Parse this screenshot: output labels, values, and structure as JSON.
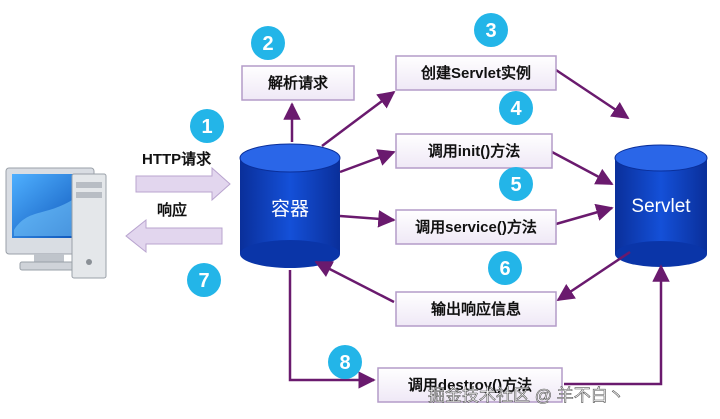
{
  "container": {
    "label": "容器"
  },
  "servlet": {
    "label": "Servlet"
  },
  "request_label": "HTTP请求",
  "response_label": "响应",
  "boxes": {
    "parse_request": "解析请求",
    "create_instance": "创建Servlet实例",
    "call_init": "调用init()方法",
    "call_service": "调用service()方法",
    "output_response": "输出响应信息",
    "call_destroy": "调用destroy()方法"
  },
  "steps": [
    "1",
    "2",
    "3",
    "4",
    "5",
    "6",
    "7",
    "8"
  ],
  "watermark": "掘金技术社区 @ 羊不白丶",
  "colors": {
    "cylinder": "#0b3fbf",
    "arrow": "#6a1a6e",
    "box_fill": "#ffffff",
    "box_border": "#b49cc8",
    "badge": "#23b5e8",
    "client_arrow": "#d8c8e8"
  }
}
